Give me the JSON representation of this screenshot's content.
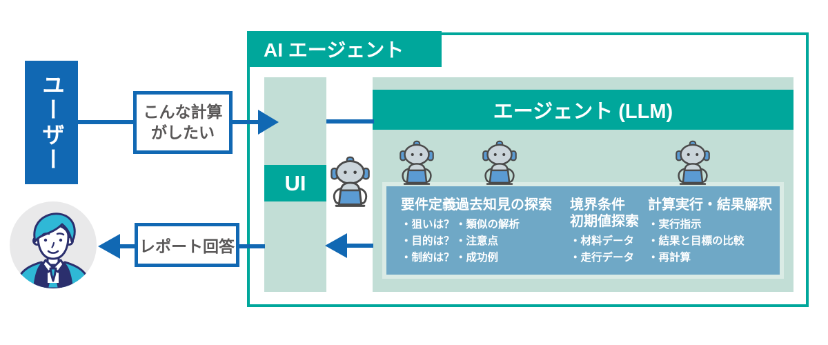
{
  "colors": {
    "teal": "#00A79B",
    "panel_green": "#C2DED6",
    "arrow_blue": "#1168B3",
    "task_blue": "#6FA8C6",
    "task_border": "#DAEBE5",
    "message_text_gray": "#595757"
  },
  "icons": {
    "robot": "robot-at-laptop-icon (svg shape)",
    "avatar": "male-user-avatar-icon (svg shape)"
  },
  "user": {
    "label": "ユーザー"
  },
  "messages": {
    "request": {
      "line1": "こんな計算",
      "line2": "がしたい"
    },
    "report": {
      "label": "レポート回答"
    }
  },
  "agent_box": {
    "title": "AI エージェント",
    "ui_label": "UI",
    "llm_title": "エージェント (LLM)",
    "tasks": [
      {
        "heading1": "要件定義",
        "heading2": "",
        "bullets": [
          "・狙いは？",
          "・目的は？",
          "・制約は？"
        ]
      },
      {
        "heading1": "過去知見の探索",
        "heading2": "",
        "bullets": [
          "・類似の解析",
          "・注意点",
          "・成功例"
        ]
      },
      {
        "heading1": "境界条件",
        "heading2": "初期値探索",
        "bullets": [
          "・材料データ",
          "・走行データ"
        ]
      },
      {
        "heading1": "計算実行・結果解釈",
        "heading2": "",
        "bullets": [
          "・実行指示",
          "・結果と目標の比較",
          "・再計算"
        ]
      }
    ]
  }
}
